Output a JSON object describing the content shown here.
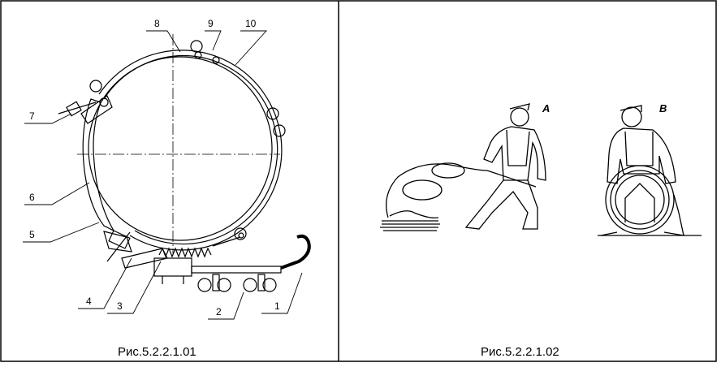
{
  "left_panel": {
    "caption": "Рис.5.2.2.1.01",
    "callouts": [
      "1",
      "2",
      "3",
      "4",
      "5",
      "6",
      "7",
      "8",
      "9",
      "10"
    ]
  },
  "right_panel": {
    "caption": "Рис.5.2.2.1.02",
    "figure_labels": [
      "А",
      "В"
    ]
  },
  "colors": {
    "line": "#000000",
    "background": "#ffffff"
  }
}
